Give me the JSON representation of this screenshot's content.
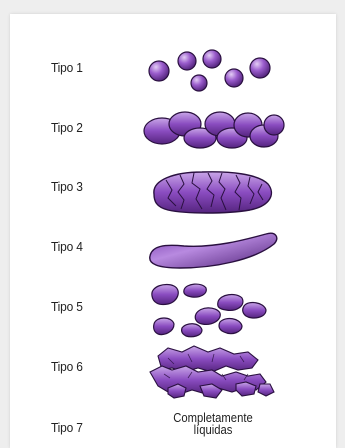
{
  "colors": {
    "fill_dark": "#5e2a8a",
    "fill_mid": "#8a4cc0",
    "fill_light": "#c9a6e8",
    "outline": "#2a1040",
    "background": "#ffffff"
  },
  "types": [
    {
      "label": "Tipo 1"
    },
    {
      "label": "Tipo 2"
    },
    {
      "label": "Tipo 3"
    },
    {
      "label": "Tipo 4"
    },
    {
      "label": "Tipo 5"
    },
    {
      "label": "Tipo 6"
    },
    {
      "label": "Tipo 7",
      "description_line1": "Completamente",
      "description_line2": "líquidas"
    }
  ]
}
